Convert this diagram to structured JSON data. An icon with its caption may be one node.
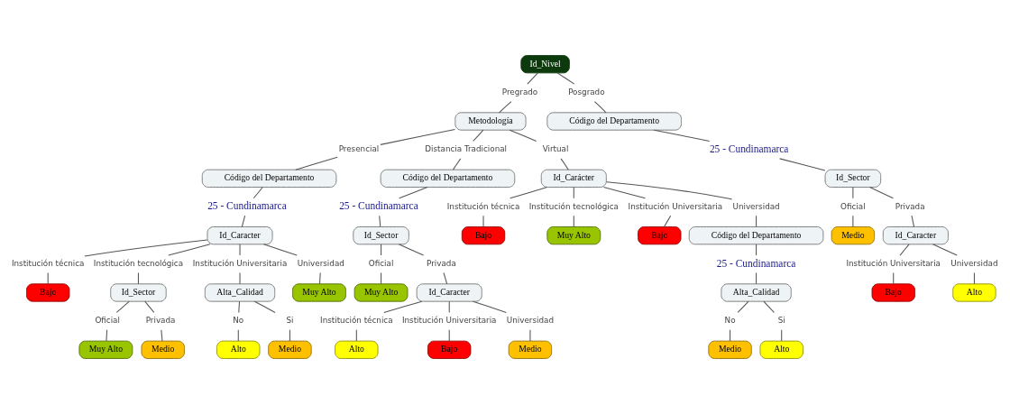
{
  "diagram": {
    "nodes": [
      {
        "text": [
          "Id_Nivel"
        ]
      },
      {
        "text": [
          "Pregrado"
        ]
      },
      {
        "text": [
          "Posgrado"
        ]
      },
      {
        "text": [
          "Metodología"
        ]
      },
      {
        "text": [
          "Presencial"
        ]
      },
      {
        "text": [
          "Distancia Tradicional"
        ]
      },
      {
        "text": [
          "Virtual"
        ]
      },
      {
        "text": [
          "Código del Departamento"
        ]
      },
      {
        "text": [
          "25 - Cundinamarca"
        ]
      },
      {
        "text": [
          "Id_Caracter"
        ]
      },
      {
        "text": [
          "Institución técnica"
        ]
      },
      {
        "text": [
          "Institución tecnológica"
        ]
      },
      {
        "text": [
          "Institución Universitaria"
        ]
      },
      {
        "text": [
          "Universidad"
        ]
      },
      {
        "text": [
          "Bajo"
        ]
      },
      {
        "text": [
          "Id_Sector"
        ]
      },
      {
        "text": [
          "Alta_Calidad"
        ]
      },
      {
        "text": [
          "Muy Alto"
        ]
      },
      {
        "text": [
          "Oficial"
        ]
      },
      {
        "text": [
          "Privada"
        ]
      },
      {
        "text": [
          "No"
        ]
      },
      {
        "text": [
          "Si"
        ]
      },
      {
        "text": [
          "Muy Alto"
        ]
      },
      {
        "text": [
          "Medio"
        ]
      },
      {
        "text": [
          "Alto"
        ]
      },
      {
        "text": [
          "Medio"
        ]
      },
      {
        "text": [
          "Código del Departamento"
        ]
      },
      {
        "text": [
          "25 - Cundinamarca"
        ]
      },
      {
        "text": [
          "Id_Sector"
        ]
      },
      {
        "text": [
          "Oficial"
        ]
      },
      {
        "text": [
          "Privada"
        ]
      },
      {
        "text": [
          "Muy Alto"
        ]
      },
      {
        "text": [
          "Id_Caracter"
        ]
      },
      {
        "text": [
          "Institución técnica"
        ]
      },
      {
        "text": [
          "Institución Universitaria"
        ]
      },
      {
        "text": [
          "Universidad"
        ]
      },
      {
        "text": [
          "Alto"
        ]
      },
      {
        "text": [
          "Bajo"
        ]
      },
      {
        "text": [
          "Medio"
        ]
      },
      {
        "text": [
          "Id_Carácter"
        ]
      },
      {
        "text": [
          "Institución técnica"
        ]
      },
      {
        "text": [
          "Institución tecnológica"
        ]
      },
      {
        "text": [
          "Institución Universitaria"
        ]
      },
      {
        "text": [
          "Universidad"
        ]
      },
      {
        "text": [
          "Bajo"
        ]
      },
      {
        "text": [
          "Muy Alto"
        ]
      },
      {
        "text": [
          "Bajo"
        ]
      },
      {
        "text": [
          "Código del Departamento"
        ]
      },
      {
        "text": [
          "25 - Cundinamarca"
        ]
      },
      {
        "text": [
          "Alta_Calidad"
        ]
      },
      {
        "text": [
          "No"
        ]
      },
      {
        "text": [
          "Si"
        ]
      },
      {
        "text": [
          "Medio"
        ]
      },
      {
        "text": [
          "Alto"
        ]
      },
      {
        "text": [
          "Código del Departamento"
        ]
      },
      {
        "text": [
          "25 - Cundinamarca"
        ]
      },
      {
        "text": [
          "Id_Sector"
        ]
      },
      {
        "text": [
          "Oficial"
        ]
      },
      {
        "text": [
          "Privada"
        ]
      },
      {
        "text": [
          "Medio"
        ]
      },
      {
        "text": [
          "Id_Caracter"
        ]
      },
      {
        "text": [
          "Institución Universitaria"
        ]
      },
      {
        "text": [
          "Universidad"
        ]
      },
      {
        "text": [
          "Bajo"
        ]
      },
      {
        "text": [
          "Alto"
        ]
      }
    ],
    "edges": [
      {
        "from": 0,
        "to": 1,
        "arrow": "none"
      },
      {
        "from": 0,
        "to": 2,
        "arrow": "none"
      },
      {
        "from": 1,
        "to": 3,
        "arrow": "none"
      },
      {
        "from": 3,
        "to": 4,
        "arrow": "none"
      },
      {
        "from": 3,
        "to": 5,
        "arrow": "none"
      },
      {
        "from": 3,
        "to": 6,
        "arrow": "none"
      },
      {
        "from": 4,
        "to": 7,
        "arrow": "none"
      },
      {
        "from": 7,
        "to": 8,
        "arrow": "none"
      },
      {
        "from": 8,
        "to": 9,
        "arrow": "none"
      },
      {
        "from": 9,
        "to": 10,
        "arrow": "none"
      },
      {
        "from": 9,
        "to": 11,
        "arrow": "none"
      },
      {
        "from": 9,
        "to": 12,
        "arrow": "none"
      },
      {
        "from": 9,
        "to": 13,
        "arrow": "none"
      },
      {
        "from": 10,
        "to": 14,
        "arrow": "none"
      },
      {
        "from": 11,
        "to": 15,
        "arrow": "none"
      },
      {
        "from": 12,
        "to": 16,
        "arrow": "none"
      },
      {
        "from": 13,
        "to": 17,
        "arrow": "none"
      },
      {
        "from": 15,
        "to": 18,
        "arrow": "none"
      },
      {
        "from": 15,
        "to": 19,
        "arrow": "none"
      },
      {
        "from": 16,
        "to": 20,
        "arrow": "none"
      },
      {
        "from": 16,
        "to": 21,
        "arrow": "none"
      },
      {
        "from": 18,
        "to": 22,
        "arrow": "none"
      },
      {
        "from": 19,
        "to": 23,
        "arrow": "none"
      },
      {
        "from": 20,
        "to": 24,
        "arrow": "none"
      },
      {
        "from": 21,
        "to": 25,
        "arrow": "none"
      },
      {
        "from": 5,
        "to": 26,
        "arrow": "none"
      },
      {
        "from": 26,
        "to": 27,
        "arrow": "none"
      },
      {
        "from": 27,
        "to": 28,
        "arrow": "none"
      },
      {
        "from": 28,
        "to": 29,
        "arrow": "none"
      },
      {
        "from": 28,
        "to": 30,
        "arrow": "none"
      },
      {
        "from": 29,
        "to": 31,
        "arrow": "none"
      },
      {
        "from": 30,
        "to": 32,
        "arrow": "none"
      },
      {
        "from": 32,
        "to": 33,
        "arrow": "none"
      },
      {
        "from": 32,
        "to": 34,
        "arrow": "none"
      },
      {
        "from": 32,
        "to": 35,
        "arrow": "none"
      },
      {
        "from": 33,
        "to": 36,
        "arrow": "none"
      },
      {
        "from": 34,
        "to": 37,
        "arrow": "none"
      },
      {
        "from": 35,
        "to": 38,
        "arrow": "none"
      },
      {
        "from": 6,
        "to": 39,
        "arrow": "none"
      },
      {
        "from": 39,
        "to": 40,
        "arrow": "none"
      },
      {
        "from": 39,
        "to": 41,
        "arrow": "none"
      },
      {
        "from": 39,
        "to": 42,
        "arrow": "none"
      },
      {
        "from": 39,
        "to": 43,
        "arrow": "none"
      },
      {
        "from": 40,
        "to": 44,
        "arrow": "none"
      },
      {
        "from": 41,
        "to": 45,
        "arrow": "none"
      },
      {
        "from": 42,
        "to": 46,
        "arrow": "none"
      },
      {
        "from": 43,
        "to": 47,
        "arrow": "none"
      },
      {
        "from": 47,
        "to": 48,
        "arrow": "none"
      },
      {
        "from": 48,
        "to": 49,
        "arrow": "none"
      },
      {
        "from": 49,
        "to": 50,
        "arrow": "none"
      },
      {
        "from": 49,
        "to": 51,
        "arrow": "none"
      },
      {
        "from": 50,
        "to": 52,
        "arrow": "none"
      },
      {
        "from": 51,
        "to": 53,
        "arrow": "none"
      },
      {
        "from": 2,
        "to": 54,
        "arrow": "none"
      },
      {
        "from": 54,
        "to": 55,
        "arrow": "none"
      },
      {
        "from": 55,
        "to": 56,
        "arrow": "none"
      },
      {
        "from": 56,
        "to": 57,
        "arrow": "none"
      },
      {
        "from": 56,
        "to": 58,
        "arrow": "none"
      },
      {
        "from": 57,
        "to": 59,
        "arrow": "none"
      },
      {
        "from": 58,
        "to": 60,
        "arrow": "none"
      },
      {
        "from": 60,
        "to": 61,
        "arrow": "none"
      },
      {
        "from": 60,
        "to": 62,
        "arrow": "none"
      },
      {
        "from": 61,
        "to": 63,
        "arrow": "none"
      },
      {
        "from": 62,
        "to": 64,
        "arrow": "none"
      }
    ]
  }
}
